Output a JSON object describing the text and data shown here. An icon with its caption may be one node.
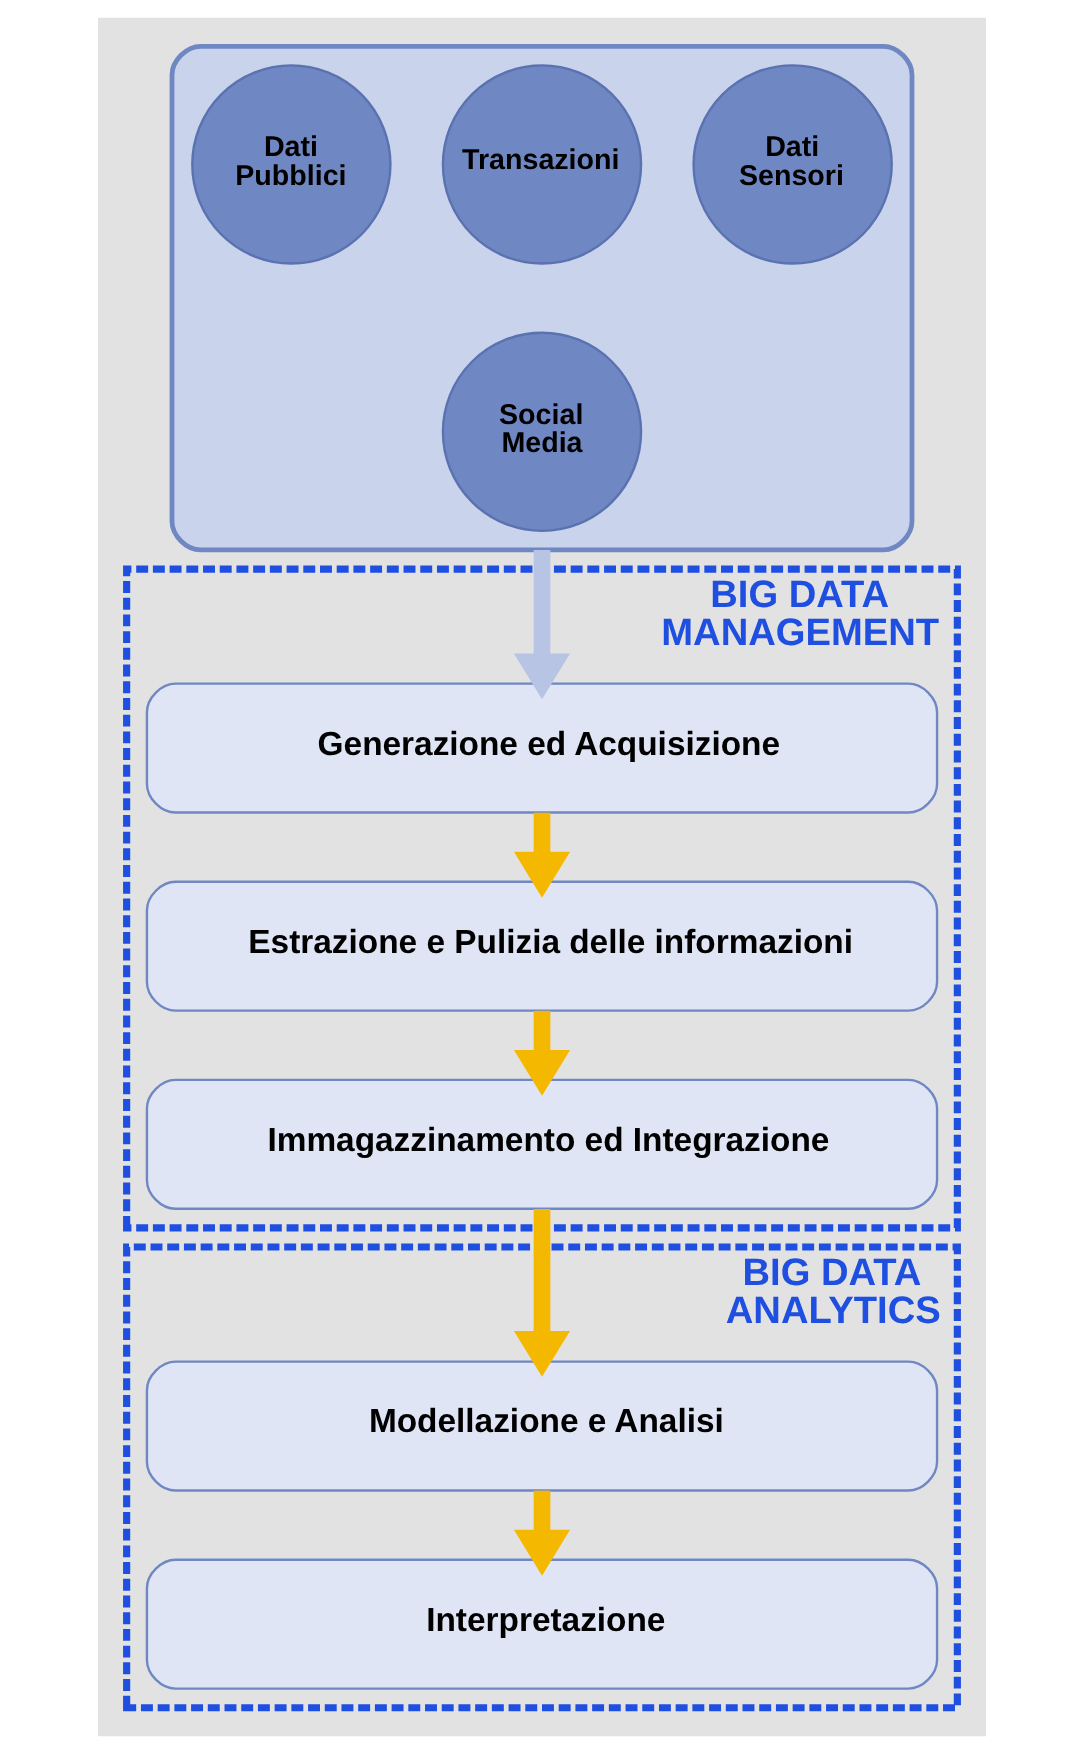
{
  "diagram": {
    "nodes": [
      {
        "text": [],
        "shape": "funnel"
      },
      {
        "text": [
          "Dati Sensori"
        ],
        "in": 0
      },
      {
        "text": [
          "Transazioni"
        ],
        "in": 0
      },
      {
        "text": [
          "Dati Pubblici"
        ],
        "in": 0
      },
      {
        "text": [
          "Social Media"
        ],
        "in": 0
      },
      {
        "text": [
          "BIG DATA MANAGEMENT"
        ]
      },
      {
        "text": [
          "Generazione ed Acquisizione"
        ],
        "in": 5
      },
      {
        "text": [
          "Estrazione e Pulizia delle informazioni"
        ],
        "in": 5
      },
      {
        "text": [
          "Immagazzinamento ed Integrazione"
        ],
        "in": 5
      },
      {
        "text": [
          "BIG DATA ANALYTICS"
        ]
      },
      {
        "text": [
          "Modellazione e Analisi"
        ],
        "in": 9
      },
      {
        "text": [
          "Interpretazione"
        ],
        "in": 9
      }
    ],
    "edges": [
      {
        "from": 0,
        "to": 6,
        "arrow": "to",
        "color": "#b7c4e4"
      },
      {
        "from": 6,
        "to": 7,
        "arrow": "to"
      },
      {
        "from": 7,
        "to": 8,
        "arrow": "to"
      },
      {
        "from": 8,
        "to": 10,
        "arrow": "to"
      },
      {
        "from": 10,
        "to": 11,
        "arrow": "to"
      }
    ]
  }
}
